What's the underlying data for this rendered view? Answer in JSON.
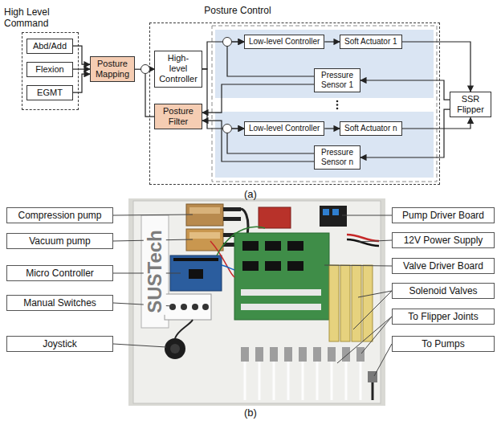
{
  "diagram": {
    "nodes": [
      {
        "text": [
          "High Level Command"
        ]
      },
      {
        "text": [
          "Abd/Add"
        ],
        "in": 0
      },
      {
        "text": [
          "Flexion"
        ],
        "in": 0
      },
      {
        "text": [
          "EGMT"
        ],
        "in": 0
      },
      {
        "text": [
          "Posture Mapping"
        ]
      },
      {
        "text": [
          "Posture Control"
        ]
      },
      {
        "text": [
          "High-level Controller"
        ],
        "in": 5
      },
      {
        "text": [
          "Posture Filter"
        ],
        "in": 5
      },
      {
        "text": [
          "Low-level Controller"
        ],
        "in": 5
      },
      {
        "text": [
          "Soft Actuator 1"
        ],
        "in": 5
      },
      {
        "text": [
          "Pressure Sensor 1"
        ],
        "in": 5
      },
      {
        "text": [
          "Low-level Controller"
        ],
        "in": 5
      },
      {
        "text": [
          "Soft Actuator n"
        ],
        "in": 5
      },
      {
        "text": [
          "Pressure Sensor n"
        ],
        "in": 5
      },
      {
        "text": [
          "SSR Flipper"
        ]
      },
      {
        "text": [
          "Compression pump"
        ]
      },
      {
        "text": [
          "Vacuum pump"
        ]
      },
      {
        "text": [
          "Micro Controller"
        ]
      },
      {
        "text": [
          "Manual Switches"
        ]
      },
      {
        "text": [
          "Joystick"
        ]
      },
      {
        "text": [
          "Pump Driver Board"
        ]
      },
      {
        "text": [
          "12V Power Supply"
        ]
      },
      {
        "text": [
          "Valve Driver Board"
        ]
      },
      {
        "text": [
          "Solenoid Valves"
        ]
      },
      {
        "text": [
          "To Flipper Joints"
        ]
      },
      {
        "text": [
          "To Pumps"
        ]
      }
    ],
    "edges": [
      {
        "from": 1,
        "to": 4,
        "arrow": "to"
      },
      {
        "from": 2,
        "to": 4,
        "arrow": "to"
      },
      {
        "from": 3,
        "to": 4,
        "arrow": "to"
      },
      {
        "from": 4,
        "to": 6,
        "arrow": "to"
      },
      {
        "from": 7,
        "to": 6,
        "arrow": "to"
      },
      {
        "from": 6,
        "to": 8,
        "arrow": "to"
      },
      {
        "from": 6,
        "to": 11,
        "arrow": "to"
      },
      {
        "from": 8,
        "to": 9,
        "arrow": "to"
      },
      {
        "from": 11,
        "to": 12,
        "arrow": "to"
      },
      {
        "from": 9,
        "to": 14,
        "arrow": "to"
      },
      {
        "from": 12,
        "to": 14,
        "arrow": "to"
      },
      {
        "from": 14,
        "to": 10,
        "arrow": "to"
      },
      {
        "from": 14,
        "to": 13,
        "arrow": "to"
      },
      {
        "from": 10,
        "to": 8,
        "arrow": "to"
      },
      {
        "from": 13,
        "to": 11,
        "arrow": "to"
      },
      {
        "from": 10,
        "to": 7,
        "arrow": "to"
      },
      {
        "from": 13,
        "to": 7,
        "arrow": "to"
      }
    ],
    "labels": [
      "(a)",
      "SUSTech",
      "(b)"
    ]
  }
}
